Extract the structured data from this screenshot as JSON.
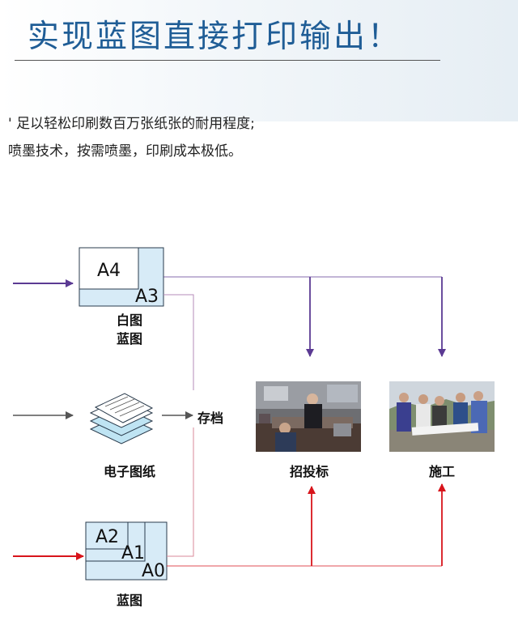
{
  "header": {
    "title": "实现蓝图直接打印输出！",
    "line1": "' 足以轻松印刷数百万张纸张的耐用程度;",
    "line2": "喷墨技术，按需喷墨，印刷成本极低。"
  },
  "diagram": {
    "top_box": {
      "label_a4": "A4",
      "label_a3": "A3",
      "caption_1": "白图",
      "caption_2": "蓝图"
    },
    "middle": {
      "caption": "电子图纸",
      "archive": "存档"
    },
    "bottom_box": {
      "label_a2": "A2",
      "label_a1": "A1",
      "label_a0": "A0",
      "caption": "蓝图"
    },
    "bidding": {
      "caption": "招投标",
      "photo_icon": "meeting-photo"
    },
    "construction": {
      "caption": "施工",
      "photo_icon": "site-photo"
    }
  },
  "colors": {
    "title": "#1f5d96",
    "purple_arrow": "#5b3a93",
    "red_arrow": "#d8141b",
    "gray_arrow": "#555555",
    "paper_fill": "#d7ebf7",
    "paper_border": "#2a3b4c"
  }
}
